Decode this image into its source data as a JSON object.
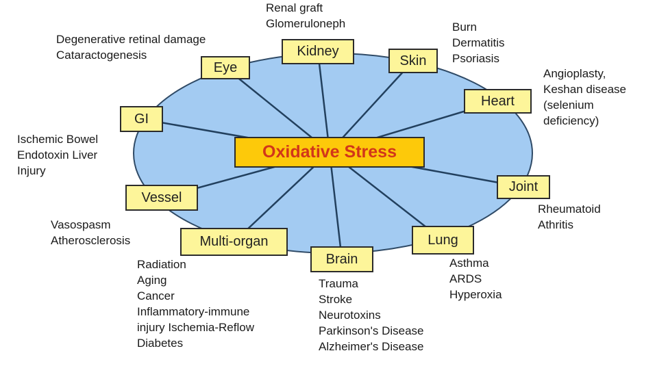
{
  "center": {
    "label": "Oxidative Stress"
  },
  "colors": {
    "ellipse": "#a3cbf2",
    "box": "#fdf59a",
    "center_box": "#fdc90a",
    "center_text": "#d2361a"
  },
  "organs": [
    {
      "id": "kidney",
      "label": "Kidney",
      "notes": [
        "Renal graft",
        "Glomeruloneph"
      ]
    },
    {
      "id": "eye",
      "label": "Eye",
      "notes": [
        "Degenerative retinal damage",
        "Cataractogenesis"
      ]
    },
    {
      "id": "skin",
      "label": "Skin",
      "notes": [
        "Burn",
        "Dermatitis",
        "Psoriasis"
      ]
    },
    {
      "id": "heart",
      "label": "Heart",
      "notes": [
        "Angioplasty,",
        "Keshan disease",
        "(selenium",
        "deficiency)"
      ]
    },
    {
      "id": "gi",
      "label": "GI",
      "notes": [
        "Ischemic Bowel",
        "Endotoxin Liver",
        "Injury"
      ]
    },
    {
      "id": "joint",
      "label": "Joint",
      "notes": [
        "Rheumatoid",
        "Athritis"
      ]
    },
    {
      "id": "vessel",
      "label": "Vessel",
      "notes": [
        "Vasospasm",
        "Atherosclerosis"
      ]
    },
    {
      "id": "multi-organ",
      "label": "Multi-organ",
      "notes": [
        "Radiation",
        "Aging",
        "Cancer",
        "Inflammatory-immune",
        "injury Ischemia-Reflow",
        "Diabetes"
      ]
    },
    {
      "id": "brain",
      "label": "Brain",
      "notes": [
        "Trauma",
        "Stroke",
        "Neurotoxins",
        "Parkinson's Disease",
        "Alzheimer's Disease"
      ]
    },
    {
      "id": "lung",
      "label": "Lung",
      "notes": [
        "Asthma",
        "ARDS",
        "Hyperoxia"
      ]
    }
  ]
}
